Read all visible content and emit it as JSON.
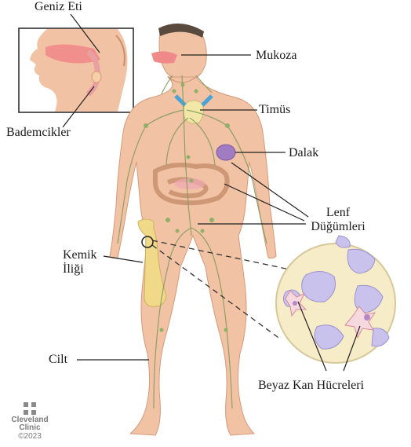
{
  "labels": {
    "adenoids": "Geniz Eti",
    "mucosa": "Mukoza",
    "tonsils": "Bademcikler",
    "thymus": "Timüs",
    "spleen": "Dalak",
    "lymph_nodes_line1": "Lenf",
    "lymph_nodes_line2": "Düğümleri",
    "bone_marrow_line1": "Kemik",
    "bone_marrow_line2": "İliği",
    "skin": "Cilt",
    "white_blood_cells": "Beyaz Kan Hücreleri"
  },
  "logo": {
    "name_line1": "Cleveland",
    "name_line2": "Clinic",
    "copyright": "©2023"
  },
  "colors": {
    "skin": "#f2c2a4",
    "skin_shadow": "#e3a585",
    "lymph_vessels": "#7c9a5a",
    "mucosa": "#f08a8a",
    "thymus": "#f3e7a8",
    "spleen": "#a07cc2",
    "bone": "#f1d98a",
    "cell_bg": "#f6ecc8",
    "cell": "#c9c2ec"
  }
}
